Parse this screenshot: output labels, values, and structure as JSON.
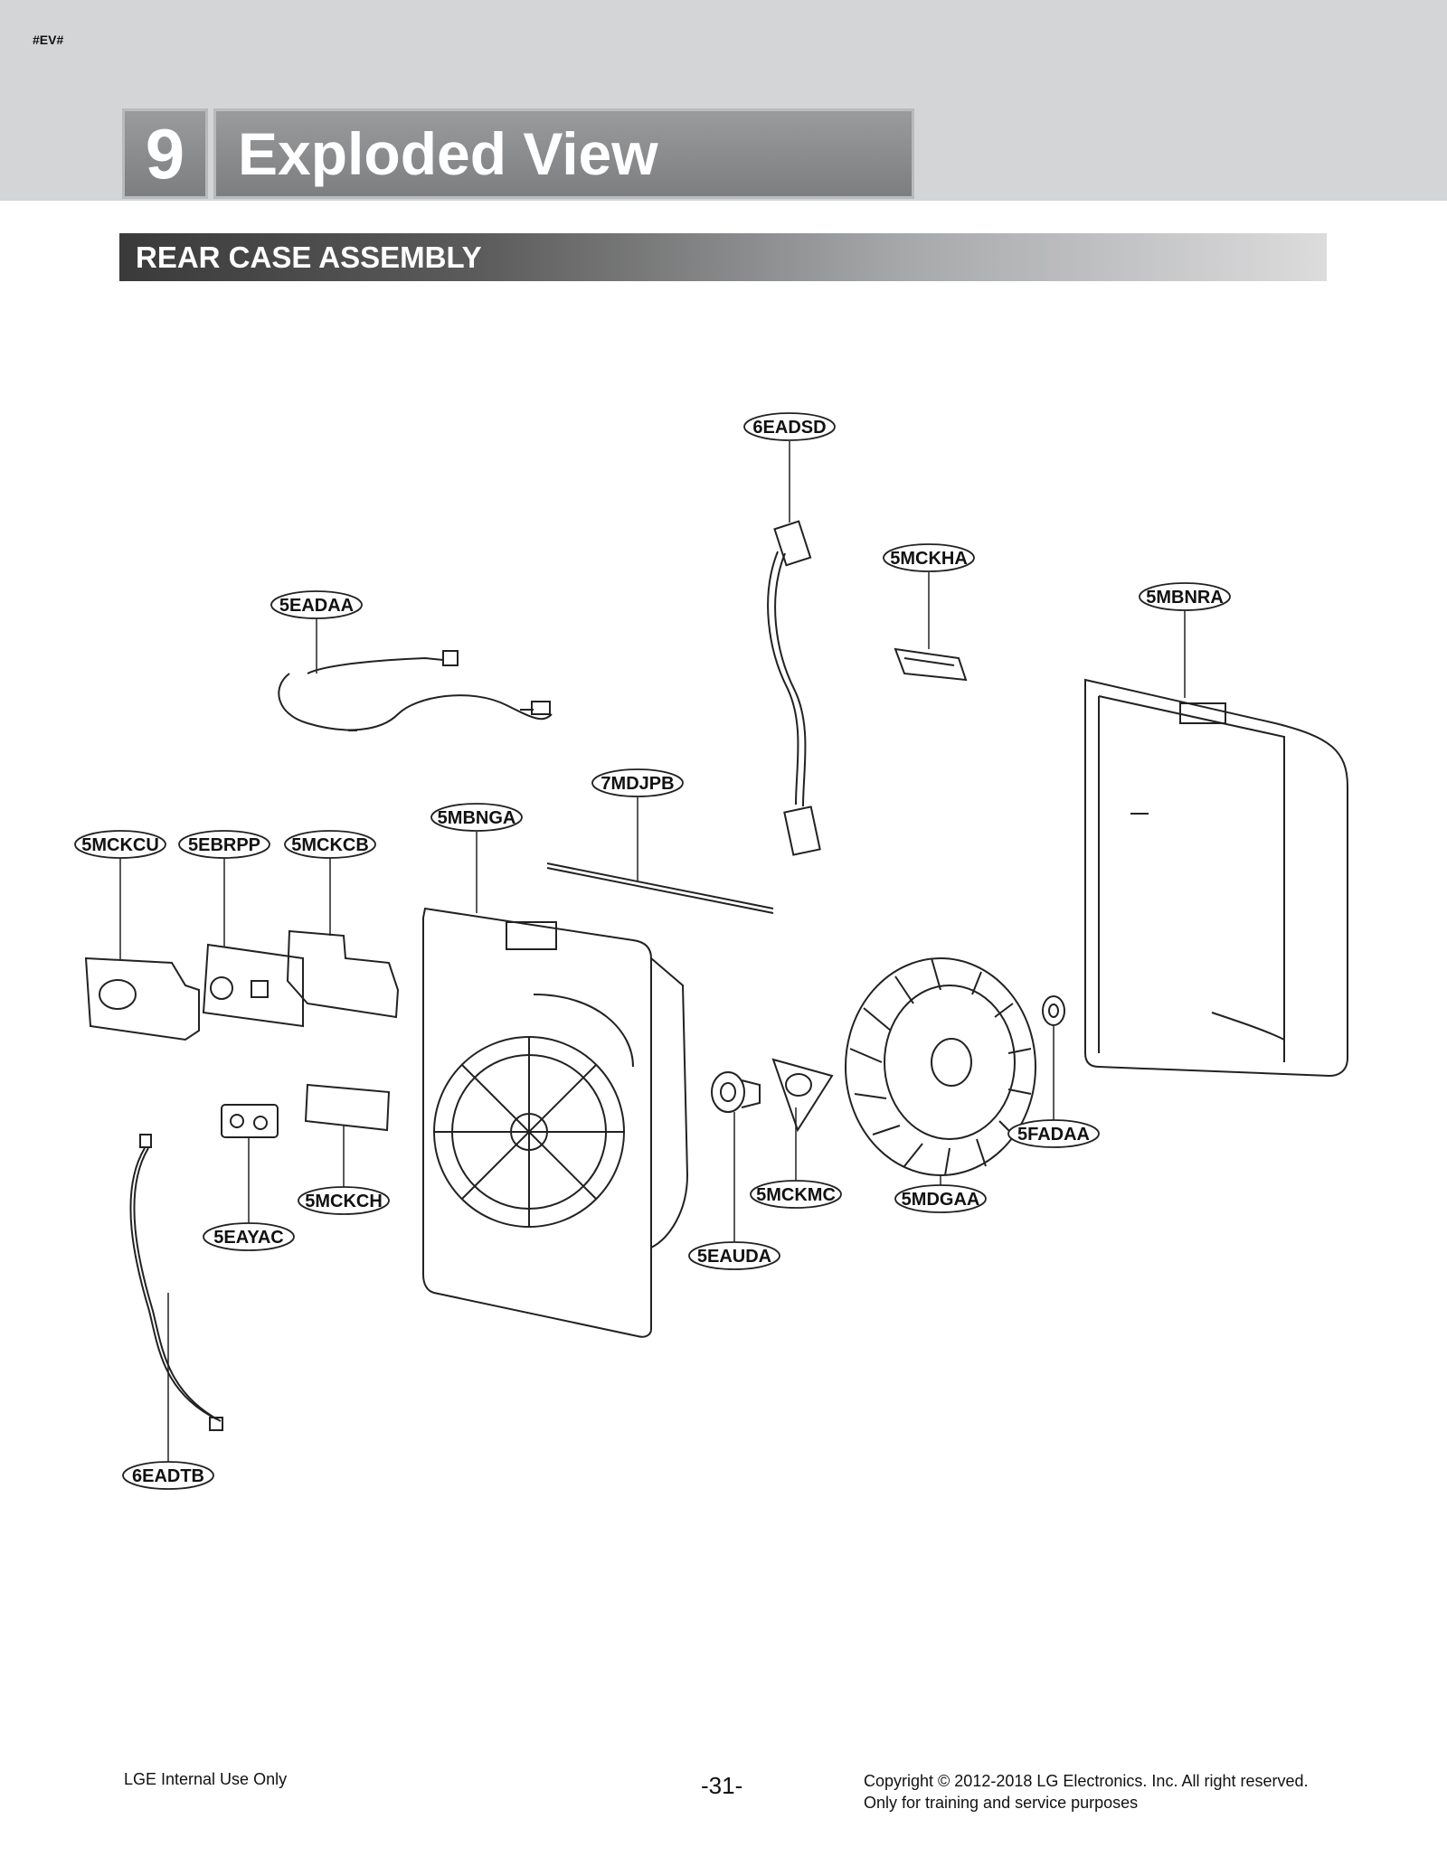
{
  "header": {
    "tag": "#EV#",
    "chapter_number": "9",
    "chapter_title": "Exploded View",
    "section_title": "REAR CASE ASSEMBLY"
  },
  "parts": [
    {
      "id": "6EADSD"
    },
    {
      "id": "5MCKHA"
    },
    {
      "id": "5MBNRA"
    },
    {
      "id": "5EADAA"
    },
    {
      "id": "7MDJPB"
    },
    {
      "id": "5MBNGA"
    },
    {
      "id": "5MCKCU"
    },
    {
      "id": "5EBRPP"
    },
    {
      "id": "5MCKCB"
    },
    {
      "id": "5FADAA"
    },
    {
      "id": "5MCKMC"
    },
    {
      "id": "5MDGAA"
    },
    {
      "id": "5MCKCH"
    },
    {
      "id": "5EAYAC"
    },
    {
      "id": "5EAUDA"
    },
    {
      "id": "6EADTB"
    }
  ],
  "footer": {
    "left": "LGE Internal Use Only",
    "page": "-31-",
    "copyright_line1": "Copyright © 2012-2018 LG Electronics. Inc. All right reserved.",
    "copyright_line2": "Only for training and service purposes"
  }
}
